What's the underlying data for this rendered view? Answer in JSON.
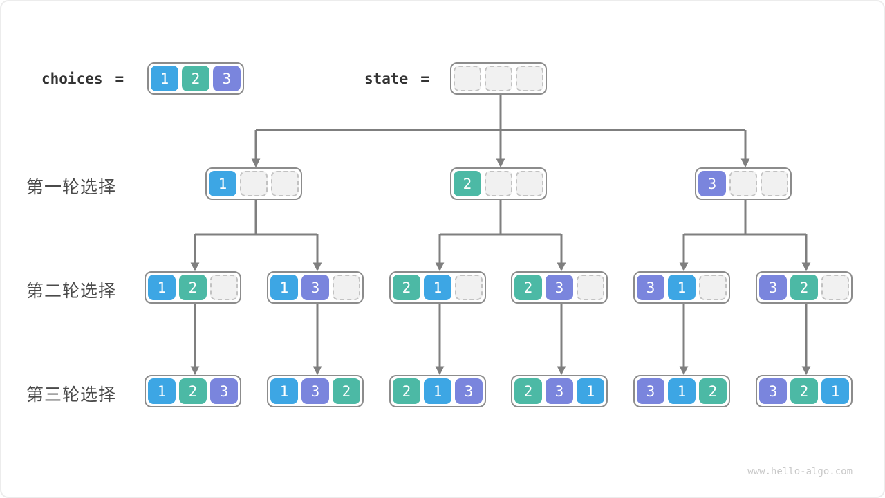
{
  "diagram": {
    "header": {
      "choices_label": "choices",
      "equals": "=",
      "choices_cells": [
        "1",
        "2",
        "3"
      ],
      "state_label": "state",
      "state_cells": [
        "",
        "",
        ""
      ]
    },
    "rows": [
      {
        "label": "第一轮选择",
        "nodes": [
          [
            "1",
            "",
            ""
          ],
          [
            "2",
            "",
            ""
          ],
          [
            "3",
            "",
            ""
          ]
        ]
      },
      {
        "label": "第二轮选择",
        "nodes": [
          [
            "1",
            "2",
            ""
          ],
          [
            "1",
            "3",
            ""
          ],
          [
            "2",
            "1",
            ""
          ],
          [
            "2",
            "3",
            ""
          ],
          [
            "3",
            "1",
            ""
          ],
          [
            "3",
            "2",
            ""
          ]
        ]
      },
      {
        "label": "第三轮选择",
        "nodes": [
          [
            "1",
            "2",
            "3"
          ],
          [
            "1",
            "3",
            "2"
          ],
          [
            "2",
            "1",
            "3"
          ],
          [
            "2",
            "3",
            "1"
          ],
          [
            "3",
            "1",
            "2"
          ],
          [
            "3",
            "2",
            "1"
          ]
        ]
      }
    ],
    "footer": {
      "watermark": "www.hello-algo.com"
    }
  },
  "colors": {
    "cell_1": "#3da6e4",
    "cell_2": "#4cb9a5",
    "cell_3": "#7a85dd",
    "cell_text": "#ffffff",
    "empty_fill": "#f1f1f1",
    "empty_border": "#c2c2c2",
    "node_border": "#8c8c8c",
    "line": "#7f7f7f",
    "header_text": "#333333",
    "row_label": "#4a4a4a",
    "watermark": "#c9c9c9"
  }
}
